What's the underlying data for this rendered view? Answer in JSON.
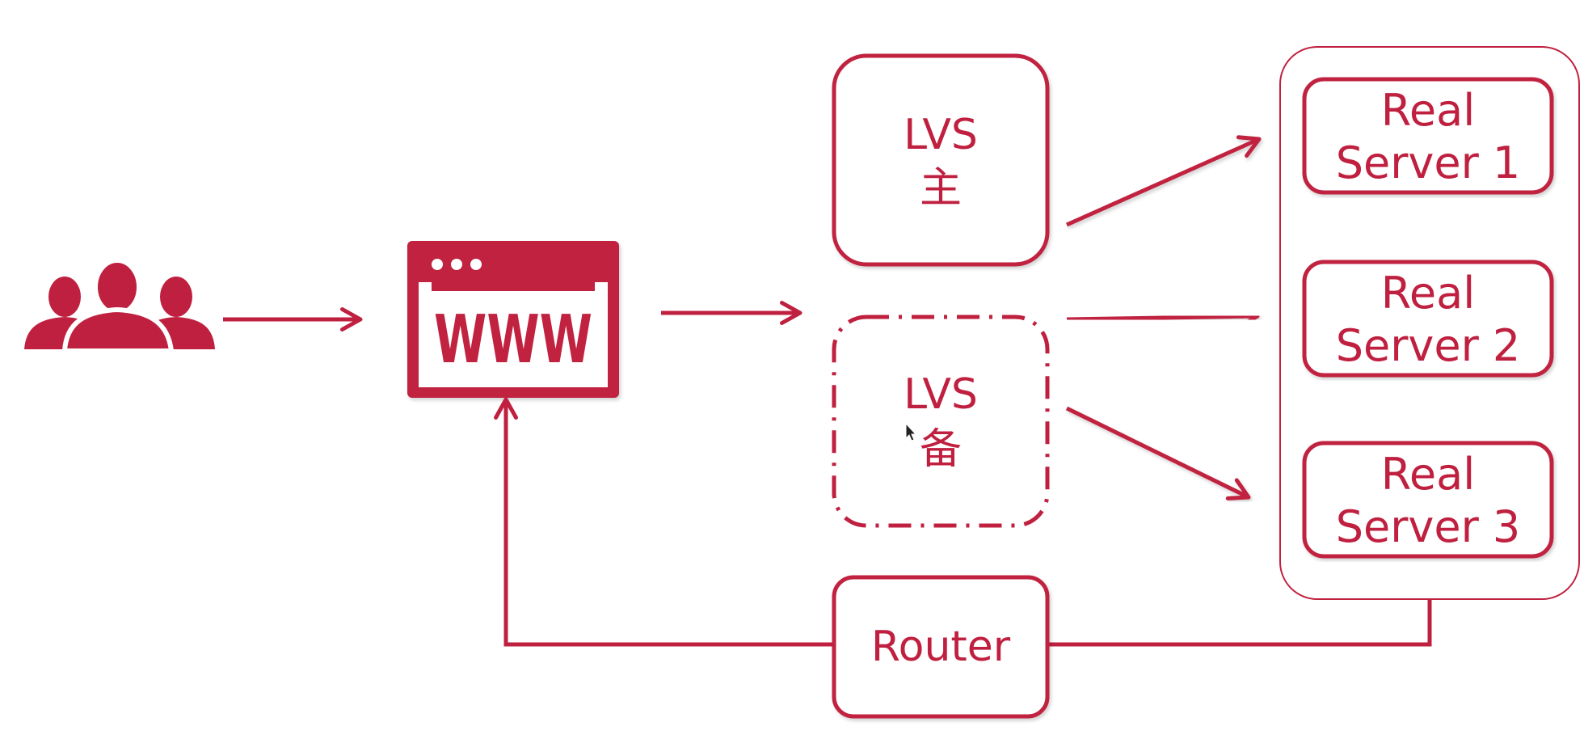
{
  "colors": {
    "accent": "#c0203f",
    "outline": "#c0203f",
    "background": "#ffffff"
  },
  "nodes": {
    "users": {
      "icon": "users-group-icon"
    },
    "website": {
      "icon": "browser-www-icon",
      "label": "WWW"
    },
    "lvs_master": {
      "line1": "LVS",
      "line2": "主"
    },
    "lvs_backup": {
      "line1": "LVS",
      "line2": "备"
    },
    "router": {
      "label": "Router"
    },
    "real_servers": [
      {
        "line1": "Real",
        "line2": "Server 1"
      },
      {
        "line1": "Real",
        "line2": "Server 2"
      },
      {
        "line1": "Real",
        "line2": "Server 3"
      }
    ]
  },
  "cursor": {
    "icon": "mouse-pointer-icon"
  }
}
